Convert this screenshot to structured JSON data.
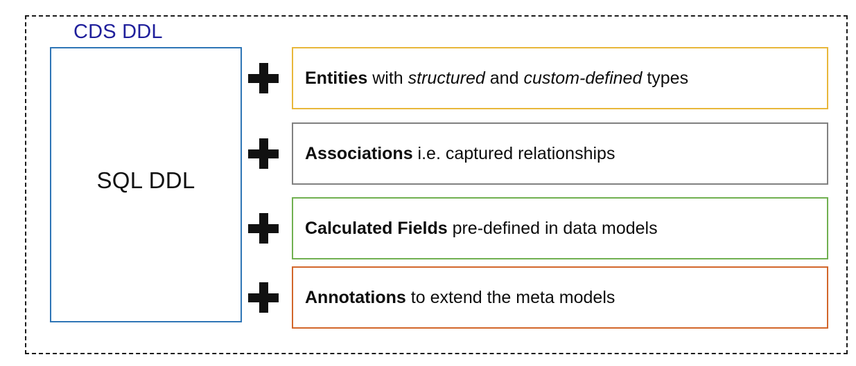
{
  "diagram": {
    "group": {
      "label": "CDS DDL",
      "label_color": "#1F1F9B",
      "border_style": "dashed",
      "border_color": "#1A1A1A"
    },
    "base_box": {
      "label": "SQL DDL",
      "border_color": "#2E75B6"
    },
    "operator": "+",
    "features": [
      {
        "bold": "Entities",
        "rest_1": " with ",
        "italic_1": "structured",
        "rest_2": " and ",
        "italic_2": "custom-defined",
        "rest_3": " types",
        "plain_text": "Entities with structured and custom-defined types",
        "border_color": "#E8B73A",
        "border_name": "amber"
      },
      {
        "bold": "Associations",
        "rest_1": " i.e. captured relationships",
        "plain_text": "Associations i.e. captured relationships",
        "border_color": "#808080",
        "border_name": "gray"
      },
      {
        "bold": "Calculated Fields",
        "rest_1": " pre-defined in data models",
        "plain_text": "Calculated Fields pre-defined in data models",
        "border_color": "#70B050",
        "border_name": "green"
      },
      {
        "bold": "Annotations",
        "rest_1": " to extend the meta models",
        "plain_text": "Annotations to extend the meta models",
        "border_color": "#D2662A",
        "border_name": "orange"
      }
    ]
  }
}
